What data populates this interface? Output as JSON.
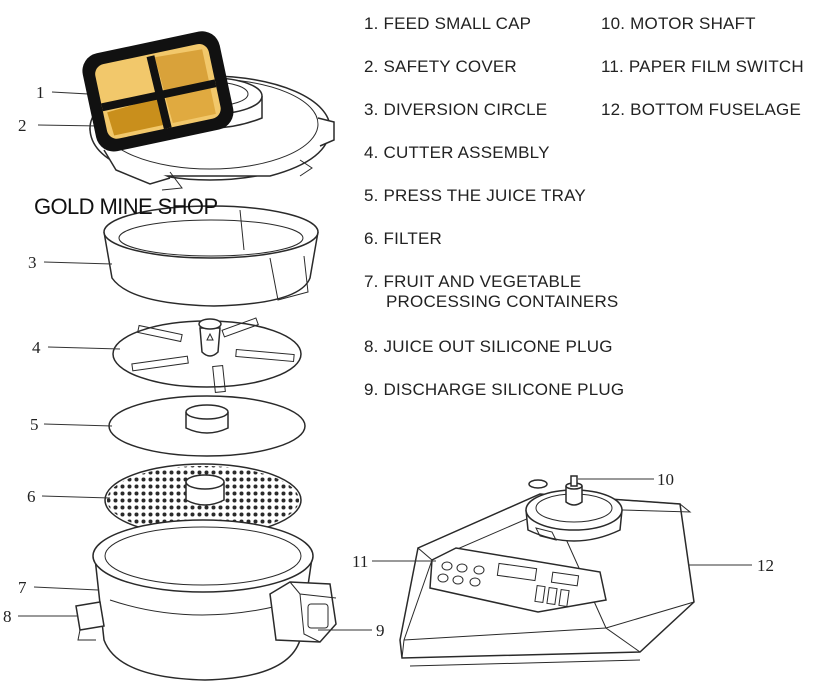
{
  "brand": {
    "text": "GOLD MINE SHOP",
    "logo_colors": {
      "gold_light": "#f2c86b",
      "gold_dark": "#c98f1c",
      "outline": "#111111"
    }
  },
  "legend": {
    "left": [
      {
        "lines": [
          "1. FEED SMALL CAP"
        ]
      },
      {
        "lines": [
          "2. SAFETY COVER"
        ]
      },
      {
        "lines": [
          "3. DIVERSION CIRCLE"
        ]
      },
      {
        "lines": [
          "4. CUTTER ASSEMBLY"
        ]
      },
      {
        "lines": [
          "5. PRESS THE JUICE TRAY"
        ]
      },
      {
        "lines": [
          "6. FILTER"
        ]
      },
      {
        "lines": [
          "7. FRUIT AND VEGETABLE",
          "PROCESSING CONTAINERS"
        ]
      },
      {
        "lines": [
          "8. JUICE OUT SILICONE PLUG"
        ]
      },
      {
        "lines": [
          "9. DISCHARGE SILICONE PLUG"
        ]
      }
    ],
    "right": [
      {
        "lines": [
          "10. MOTOR SHAFT"
        ]
      },
      {
        "lines": [
          "11. PAPER FILM SWITCH"
        ]
      },
      {
        "lines": [
          "12. BOTTOM FUSELAGE"
        ]
      }
    ]
  },
  "callouts": [
    "1",
    "2",
    "3",
    "4",
    "5",
    "6",
    "7",
    "8",
    "9",
    "10",
    "11",
    "12"
  ]
}
